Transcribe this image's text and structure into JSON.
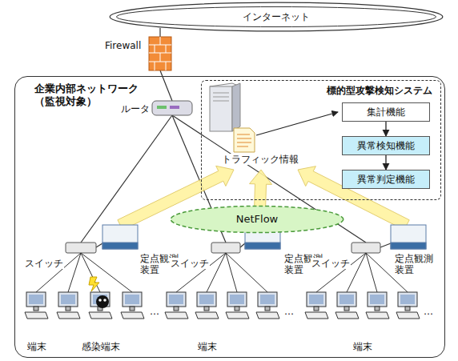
{
  "diagram": {
    "nodes": [
      {
        "text": [
          "インターネット"
        ]
      },
      {
        "text": [
          "企業内部ネットワーク （監視対象）"
        ]
      },
      {
        "text": [
          "標的型攻撃検知システム"
        ],
        "in": 1
      },
      {
        "text": [
          "集計機能"
        ],
        "in": 2
      },
      {
        "text": [
          "異常検知機能"
        ],
        "in": 2
      },
      {
        "text": [
          "異常判定機能"
        ],
        "in": 2
      },
      {
        "text": [
          "NetFlow"
        ],
        "in": 1
      }
    ],
    "edges": [
      {
        "from": 3,
        "to": 4,
        "arrow": "to"
      },
      {
        "from": 4,
        "to": 5,
        "arrow": "to"
      }
    ],
    "labels": [
      "Firewall",
      "ルータ",
      "トラフィック情報",
      "スイッチ",
      "定点観測装置",
      "スイッチ",
      "定点観測装置",
      "スイッチ",
      "定点観測装置",
      "…",
      "…",
      "…",
      "端末",
      "感染端末",
      "端末",
      "端末"
    ]
  }
}
